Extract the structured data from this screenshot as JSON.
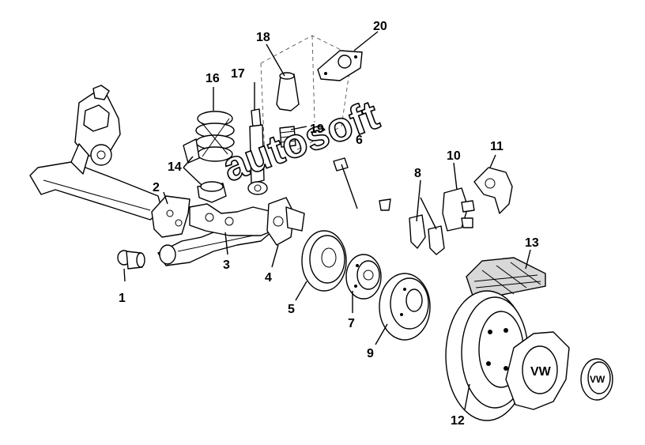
{
  "callouts": [
    {
      "id": "1",
      "label": "1"
    },
    {
      "id": "2",
      "label": "2"
    },
    {
      "id": "3",
      "label": "3"
    },
    {
      "id": "4",
      "label": "4"
    },
    {
      "id": "5",
      "label": "5"
    },
    {
      "id": "6",
      "label": "6"
    },
    {
      "id": "7",
      "label": "7"
    },
    {
      "id": "8",
      "label": "8"
    },
    {
      "id": "9",
      "label": "9"
    },
    {
      "id": "10",
      "label": "10"
    },
    {
      "id": "11",
      "label": "11"
    },
    {
      "id": "12",
      "label": "12"
    },
    {
      "id": "13",
      "label": "13"
    },
    {
      "id": "14",
      "label": "14"
    },
    {
      "id": "16",
      "label": "16"
    },
    {
      "id": "17",
      "label": "17"
    },
    {
      "id": "18",
      "label": "18"
    },
    {
      "id": "19",
      "label": "19"
    },
    {
      "id": "20",
      "label": "20"
    }
  ],
  "watermark": {
    "text": "autosoft"
  }
}
